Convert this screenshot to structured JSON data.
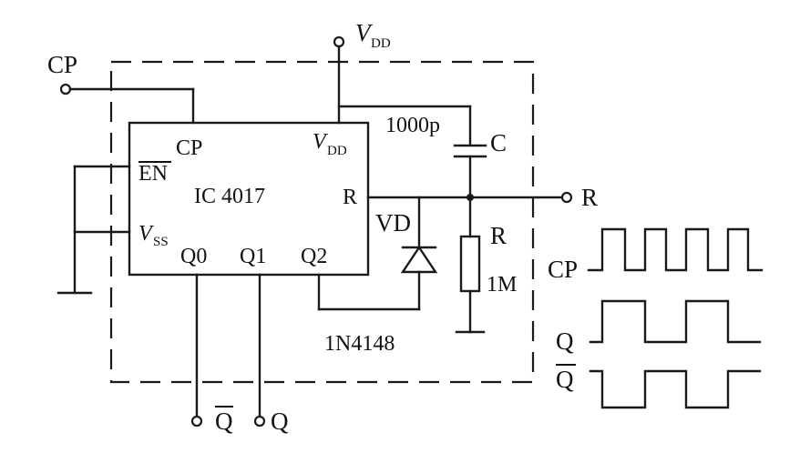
{
  "labels": {
    "vdd_main": "V",
    "vdd_main_sub": "DD",
    "cp_input": "CP",
    "ic_name": "IC 4017",
    "ic_cp": "CP",
    "ic_en": "EN",
    "ic_vdd": "V",
    "ic_vdd_sub": "DD",
    "ic_r": "R",
    "ic_vss": "V",
    "ic_vss_sub": "SS",
    "ic_q0": "Q0",
    "ic_q1": "Q1",
    "ic_q2": "Q2",
    "cap_value": "1000p",
    "cap_name": "C",
    "r_output": "R",
    "diode_name": "VD",
    "res_name": "R",
    "res_value": "1M",
    "diode_part": "1N4148",
    "out_qbar": "Q",
    "out_q": "Q"
  },
  "waveforms": {
    "cp_label": "CP",
    "q_label": "Q",
    "qbar_label": "Q"
  }
}
